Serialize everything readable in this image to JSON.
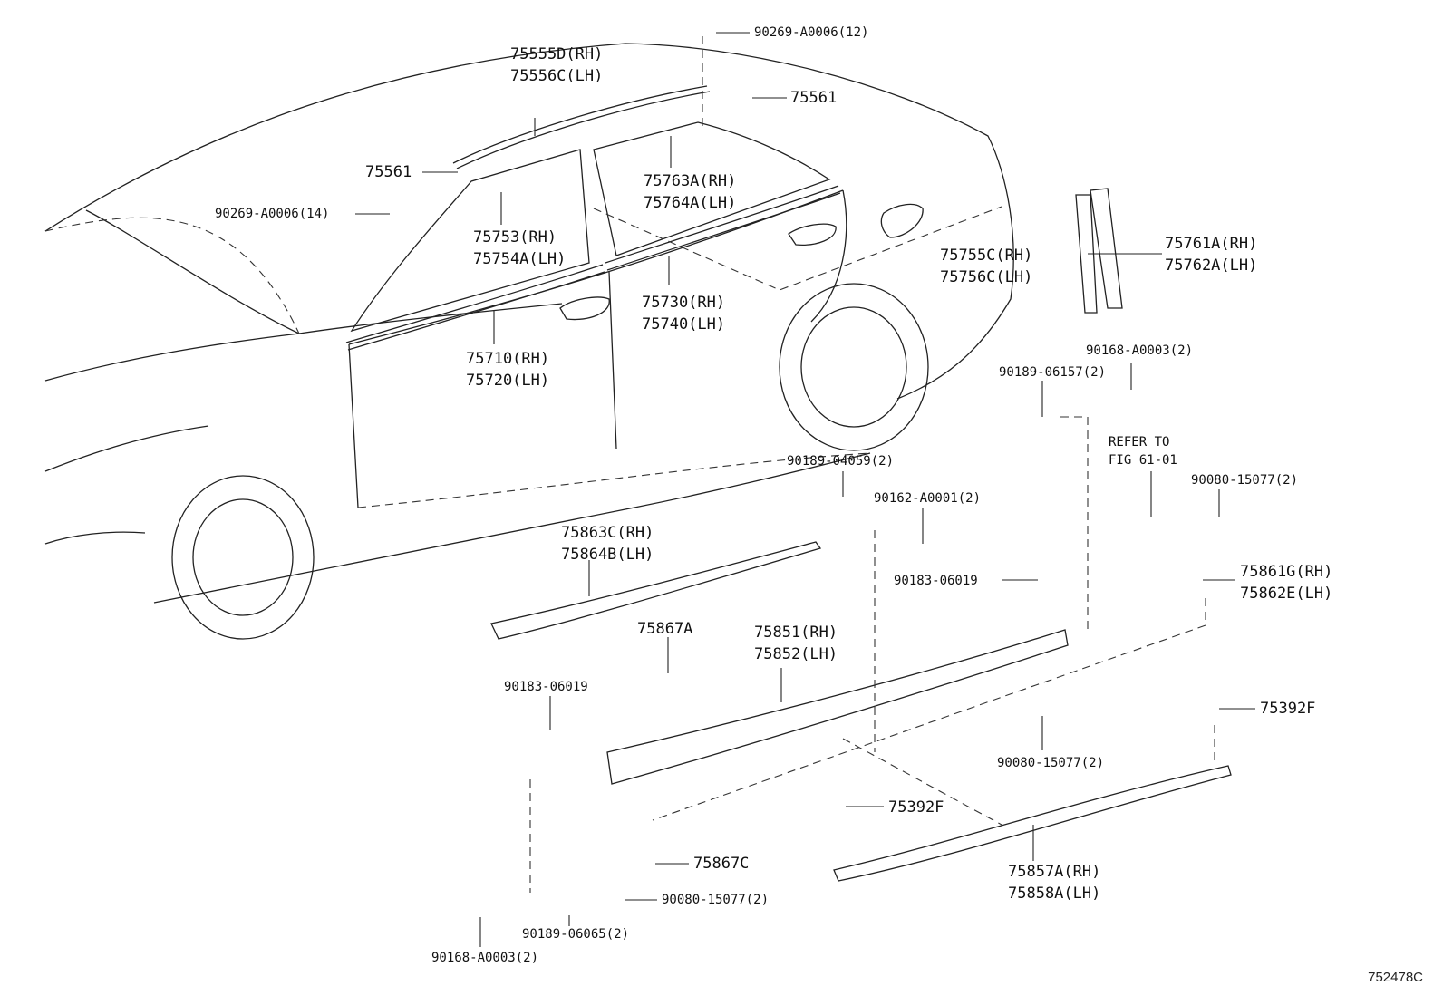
{
  "diagram": {
    "figure_number": "752478C",
    "callouts": [
      {
        "id": "c1",
        "text": "90269-A0006(12)",
        "style": "small"
      },
      {
        "id": "c2",
        "text": "75555D(RH)\n75556C(LH)",
        "style": "large"
      },
      {
        "id": "c3",
        "text": "75561",
        "style": "large"
      },
      {
        "id": "c4",
        "text": "75561",
        "style": "large"
      },
      {
        "id": "c5",
        "text": "90269-A0006(14)",
        "style": "small"
      },
      {
        "id": "c6",
        "text": "75763A(RH)\n75764A(LH)",
        "style": "large"
      },
      {
        "id": "c7",
        "text": "75753(RH)\n75754A(LH)",
        "style": "large"
      },
      {
        "id": "c8",
        "text": "75730(RH)\n75740(LH)",
        "style": "large"
      },
      {
        "id": "c9",
        "text": "75710(RH)\n75720(LH)",
        "style": "large"
      },
      {
        "id": "c10",
        "text": "75755C(RH)\n75756C(LH)",
        "style": "large"
      },
      {
        "id": "c11",
        "text": "75761A(RH)\n75762A(LH)",
        "style": "large"
      },
      {
        "id": "c12",
        "text": "90168-A0003(2)",
        "style": "small"
      },
      {
        "id": "c13",
        "text": "90189-06157(2)",
        "style": "small"
      },
      {
        "id": "c14",
        "text": "REFER TO\nFIG 61-01",
        "style": "small"
      },
      {
        "id": "c15",
        "text": "90189-04059(2)",
        "style": "small"
      },
      {
        "id": "c16",
        "text": "90162-A0001(2)",
        "style": "small"
      },
      {
        "id": "c17",
        "text": "90080-15077(2)",
        "style": "small"
      },
      {
        "id": "c18",
        "text": "75863C(RH)\n75864B(LH)",
        "style": "large"
      },
      {
        "id": "c19",
        "text": "90183-06019",
        "style": "small"
      },
      {
        "id": "c20",
        "text": "75861G(RH)\n75862E(LH)",
        "style": "large"
      },
      {
        "id": "c21",
        "text": "75867A",
        "style": "large"
      },
      {
        "id": "c22",
        "text": "75851(RH)\n75852(LH)",
        "style": "large"
      },
      {
        "id": "c23",
        "text": "90183-06019",
        "style": "small"
      },
      {
        "id": "c24",
        "text": "75392F",
        "style": "large"
      },
      {
        "id": "c25",
        "text": "90080-15077(2)",
        "style": "small"
      },
      {
        "id": "c26",
        "text": "75392F",
        "style": "large"
      },
      {
        "id": "c27",
        "text": "75867C",
        "style": "large"
      },
      {
        "id": "c28",
        "text": "75857A(RH)\n75858A(LH)",
        "style": "large"
      },
      {
        "id": "c29",
        "text": "90080-15077(2)",
        "style": "small"
      },
      {
        "id": "c30",
        "text": "90189-06065(2)",
        "style": "small"
      },
      {
        "id": "c31",
        "text": "90168-A0003(2)",
        "style": "small"
      }
    ]
  }
}
